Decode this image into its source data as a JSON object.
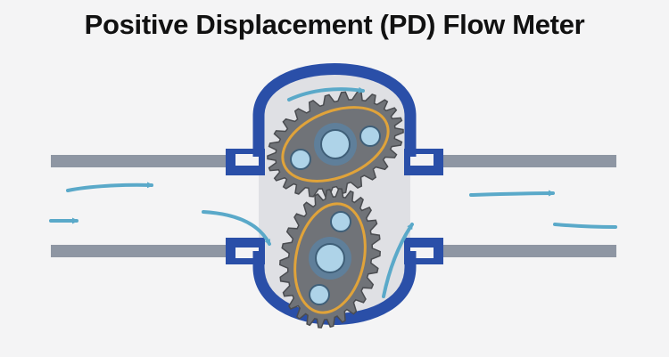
{
  "title": "Positive Displacement (PD) Flow Meter",
  "colors": {
    "background": "#f4f4f5",
    "title": "#111111",
    "pipe": "#8e96a3",
    "housing": "#2a4fa8",
    "chamber": "#dfe0e4",
    "gear": "#707378",
    "gear_outline": "#4a4c50",
    "oval_ring": "#e0a33a",
    "hub": "#aed3e8",
    "hub_ring": "#5f7f9a",
    "flow_arrow": "#5aa9c9"
  },
  "icons": {
    "gears": "cog-gear",
    "flow": "flow-arrow"
  }
}
